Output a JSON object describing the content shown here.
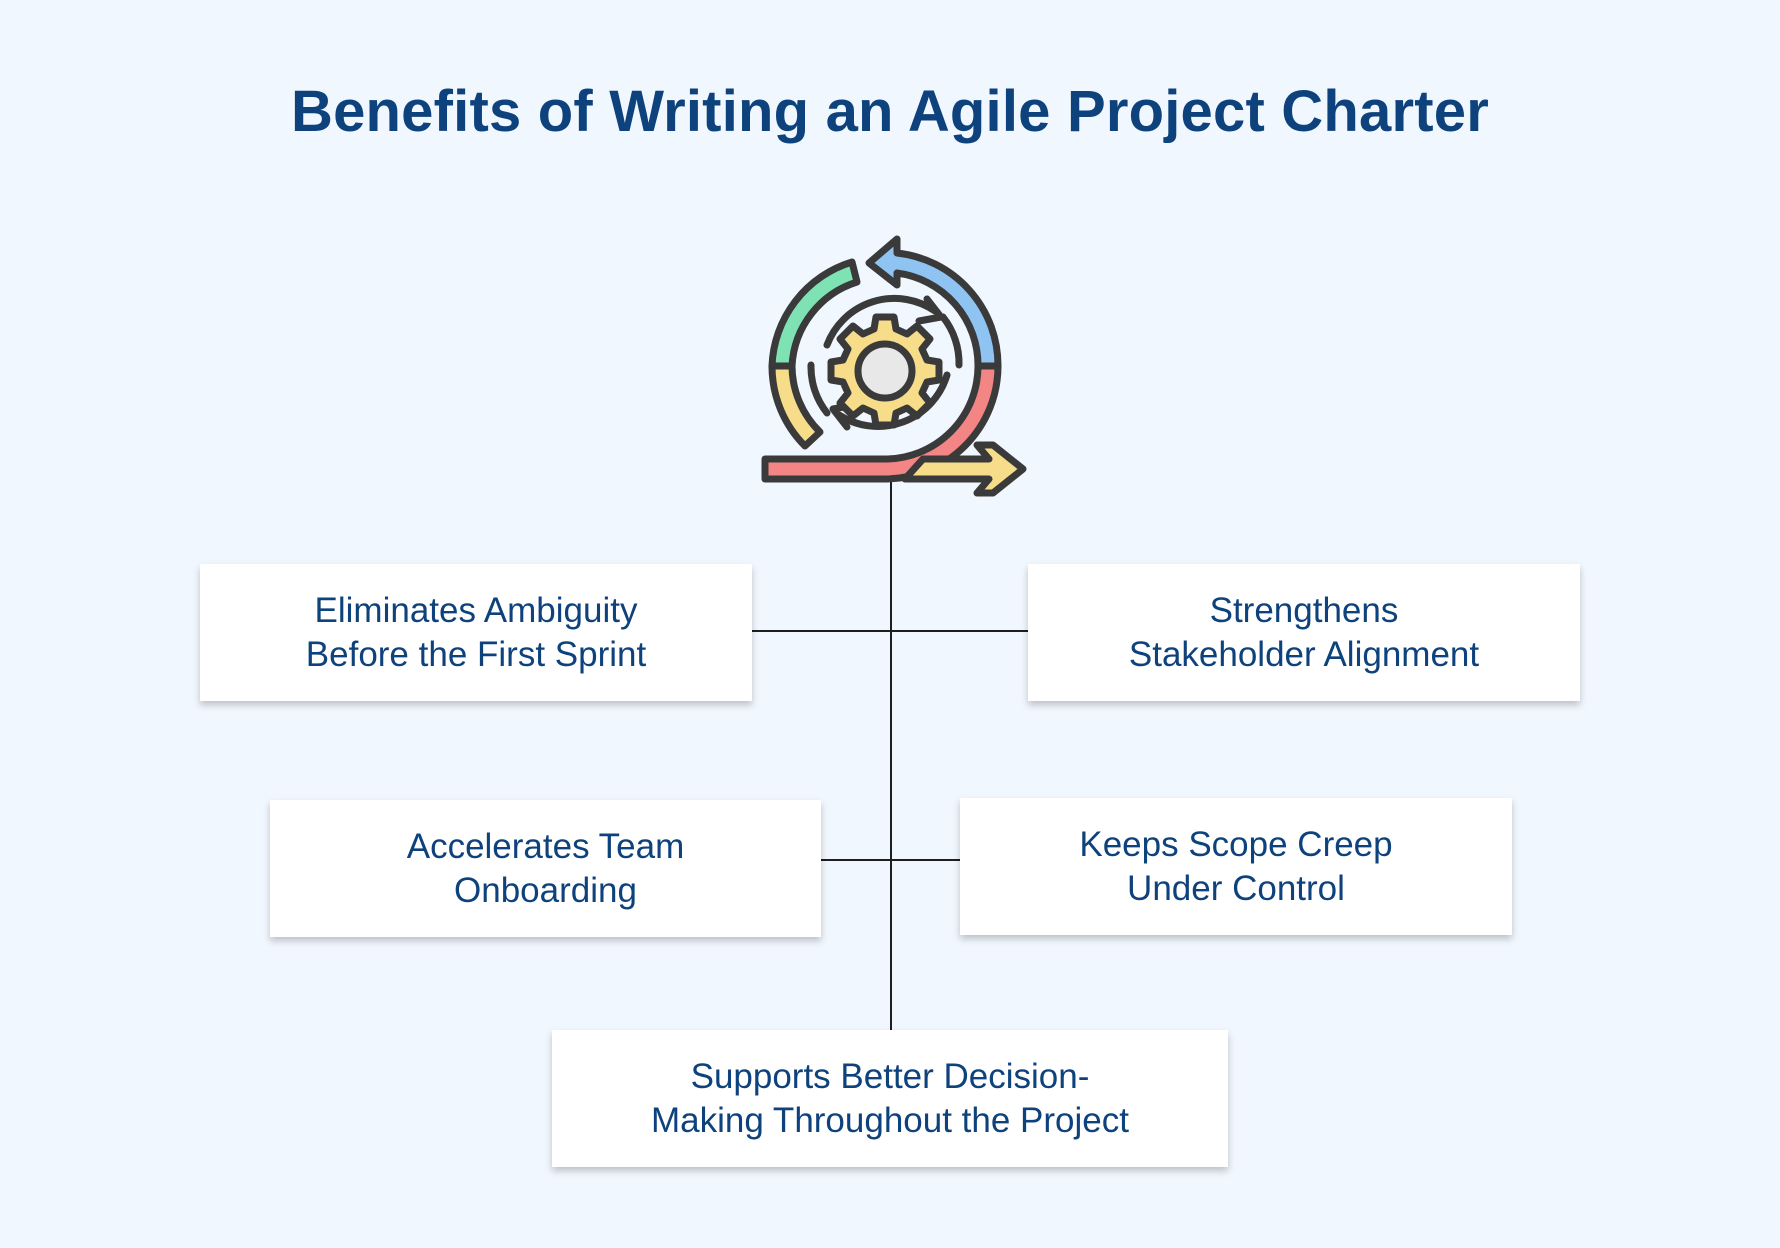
{
  "title": "Benefits of Writing an Agile Project Charter",
  "icon": "agile-cycle-gear-icon",
  "colors": {
    "title": "#0e427c",
    "card_text": "#0e427c",
    "background": "#f1f7fe",
    "line": "#1e1e1e"
  },
  "benefits": [
    {
      "label": "Eliminates Ambiguity\nBefore the First Sprint"
    },
    {
      "label": "Strengthens\nStakeholder Alignment"
    },
    {
      "label": "Accelerates Team\nOnboarding"
    },
    {
      "label": "Keeps Scope Creep\nUnder Control"
    },
    {
      "label": "Supports Better Decision-\nMaking Throughout the Project"
    }
  ]
}
